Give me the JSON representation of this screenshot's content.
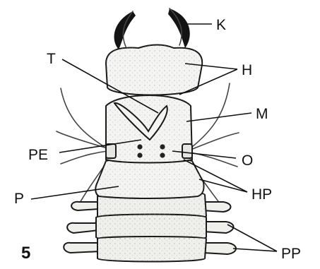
{
  "figure_number": "5",
  "labels": {
    "K": "K",
    "H": "H",
    "T": "T",
    "M": "M",
    "PE": "PE",
    "O": "O",
    "P": "P",
    "HP": "HP",
    "PP": "PP"
  }
}
